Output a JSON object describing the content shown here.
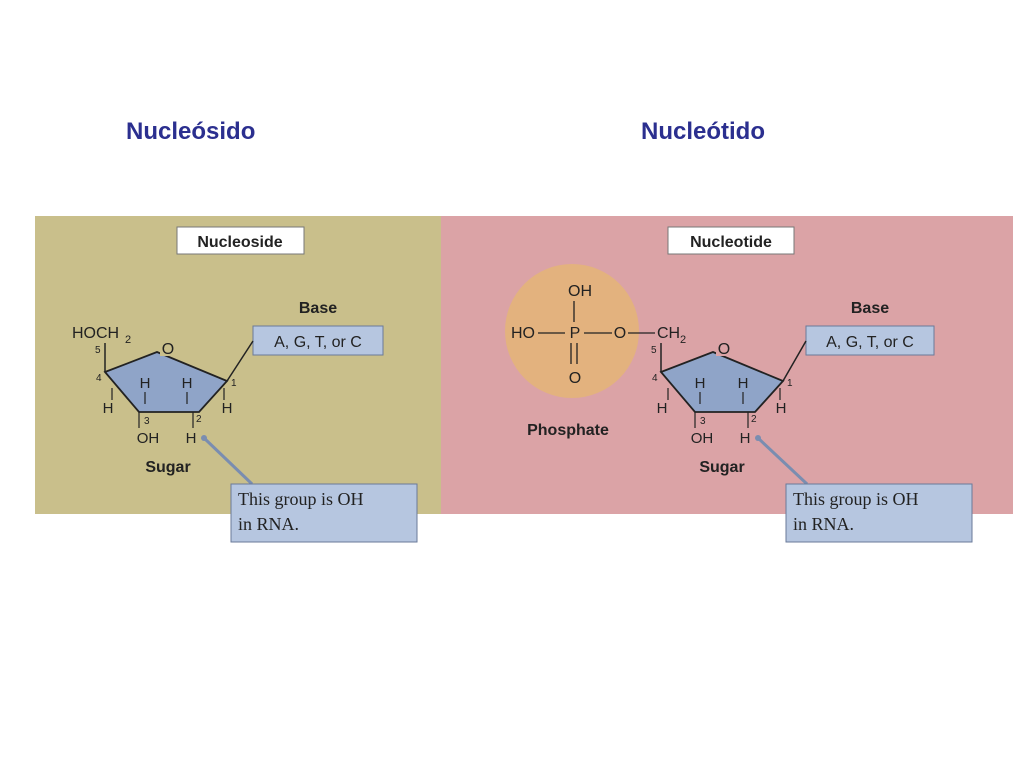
{
  "titles": {
    "left": "Nucleósido",
    "right": "Nucleótido"
  },
  "nucleoside": {
    "header": "Nucleoside",
    "base_label": "Base",
    "base_options": "A, G, T, or C",
    "hoch2": "HOCH",
    "ring_o": "O",
    "h_top_left": "H",
    "h_top_right": "H",
    "h_c4": "H",
    "h_c1": "H",
    "oh_c3": "OH",
    "h_c2": "H",
    "num_1": "1",
    "num_2": "2",
    "num_3": "3",
    "num_4": "4",
    "num_5": "5",
    "sugar_label": "Sugar",
    "note_line1": "This group is OH",
    "note_line2": "in RNA."
  },
  "nucleotide": {
    "header": "Nucleotide",
    "base_label": "Base",
    "base_options": "A, G, T, or C",
    "phosphate_oh": "OH",
    "phosphate_ho": "HO",
    "phosphate_p": "P",
    "phosphate_o_link": "O",
    "phosphate_o_bottom": "O",
    "ch2": "CH",
    "phosphate_label": "Phosphate",
    "ring_o": "O",
    "h_top_left": "H",
    "h_top_right": "H",
    "h_c4": "H",
    "h_c1": "H",
    "oh_c3": "OH",
    "h_c2": "H",
    "num_1": "1",
    "num_2": "2",
    "num_3": "3",
    "num_4": "4",
    "num_5": "5",
    "sugar_label": "Sugar",
    "note_line1": "This group is OH",
    "note_line2": "in RNA."
  },
  "colors": {
    "nucleoside_panel": "#c9bf8b",
    "nucleotide_panel": "#dba3a6",
    "sugar_ring": "#8fa4c8",
    "phosphate_circle": "#e3b27e",
    "label_box": "#b6c6e0",
    "title_text": "#2b2f8f"
  }
}
